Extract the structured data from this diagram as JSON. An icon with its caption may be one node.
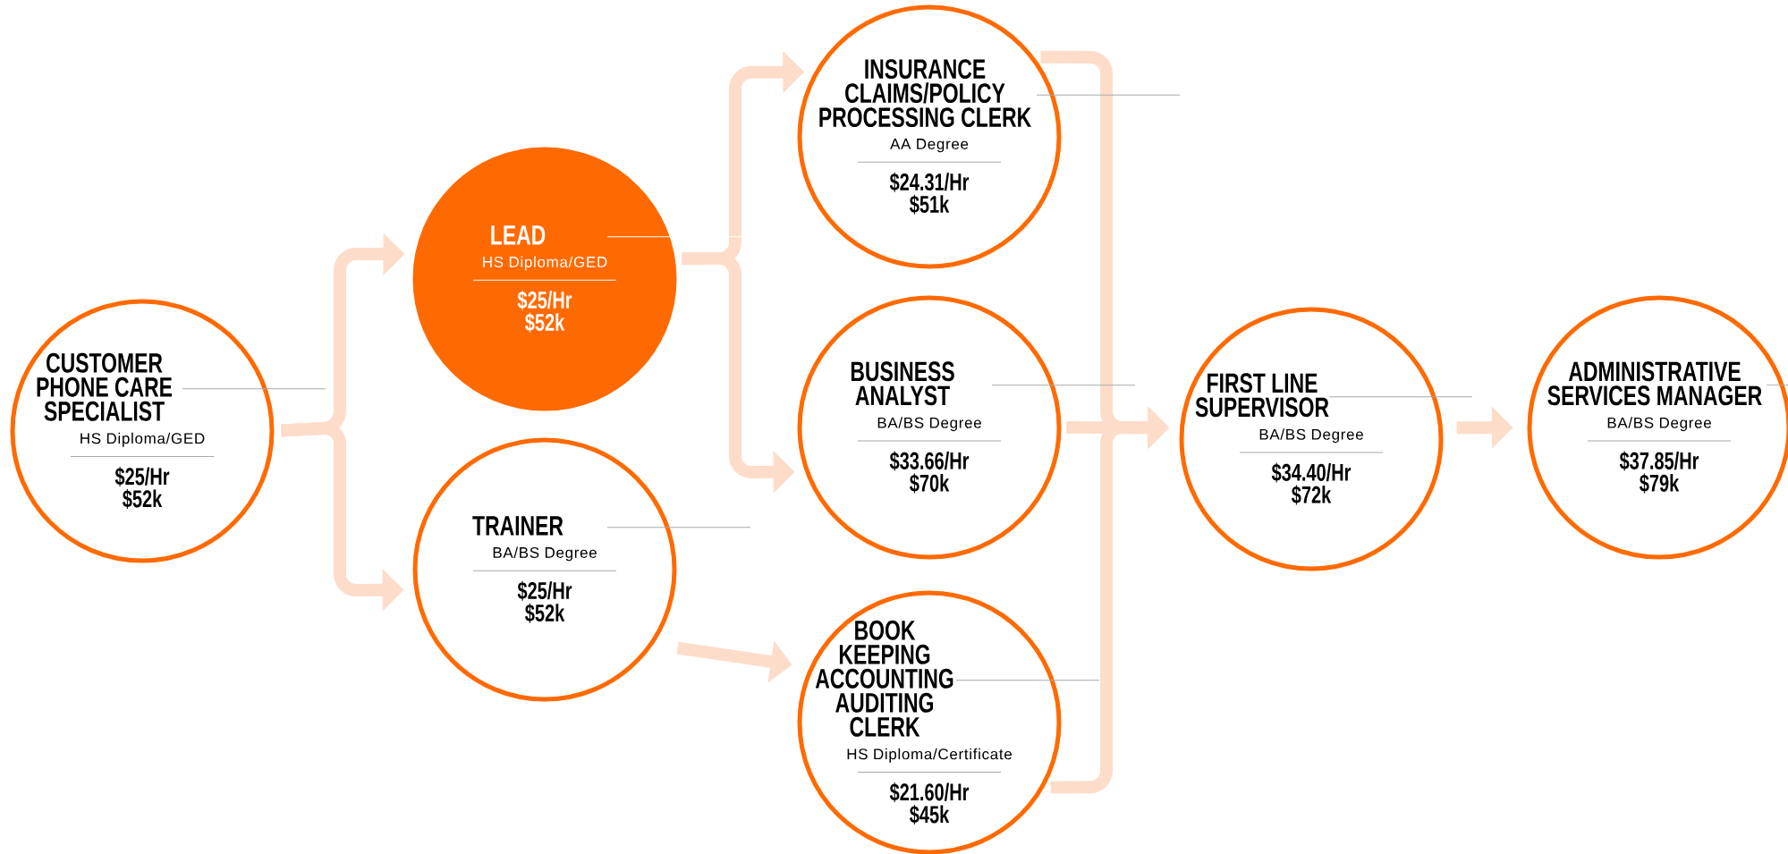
{
  "diagram": {
    "nodes": [
      {
        "text": [
          "CUSTOMER PHONE CARE SPECIALIST",
          "HS Diploma/GED",
          "$25/Hr $52k"
        ]
      },
      {
        "text": [
          "LEAD",
          "HS Diploma/GED",
          "$25/Hr $52k"
        ]
      },
      {
        "text": [
          "TRAINER",
          "BA/BS Degree",
          "$25/Hr $52k"
        ]
      },
      {
        "text": [
          "INSURANCE CLAIMS/POLICY PROCESSING CLERK",
          "AA Degree",
          "$24.31/Hr $51k"
        ]
      },
      {
        "text": [
          "BUSINESS ANALYST",
          "BA/BS Degree",
          "$33.66/Hr $70k"
        ]
      },
      {
        "text": [
          "BOOK KEEPING ACCOUNTING AUDITING CLERK",
          "HS Diploma/Certificate",
          "$21.60/Hr $45k"
        ]
      },
      {
        "text": [
          "FIRST LINE SUPERVISOR",
          "BA/BS Degree",
          "$34.40/Hr $72k"
        ]
      },
      {
        "text": [
          "ADMINISTRATIVE SERVICES MANAGER",
          "BA/BS Degree",
          "$37.85/Hr $79k"
        ]
      }
    ],
    "edges": [
      {
        "from": 0,
        "to": 1,
        "arrow": "to"
      },
      {
        "from": 0,
        "to": 2,
        "arrow": "to"
      },
      {
        "from": 1,
        "to": 3,
        "arrow": "to"
      },
      {
        "from": 1,
        "to": 4,
        "arrow": "to"
      },
      {
        "from": 2,
        "to": 5,
        "arrow": "to"
      },
      {
        "from": 3,
        "to": 6,
        "arrow": "to"
      },
      {
        "from": 4,
        "to": 6,
        "arrow": "to"
      },
      {
        "from": 5,
        "to": 6,
        "arrow": "to"
      },
      {
        "from": 6,
        "to": 7,
        "arrow": "to"
      }
    ]
  }
}
